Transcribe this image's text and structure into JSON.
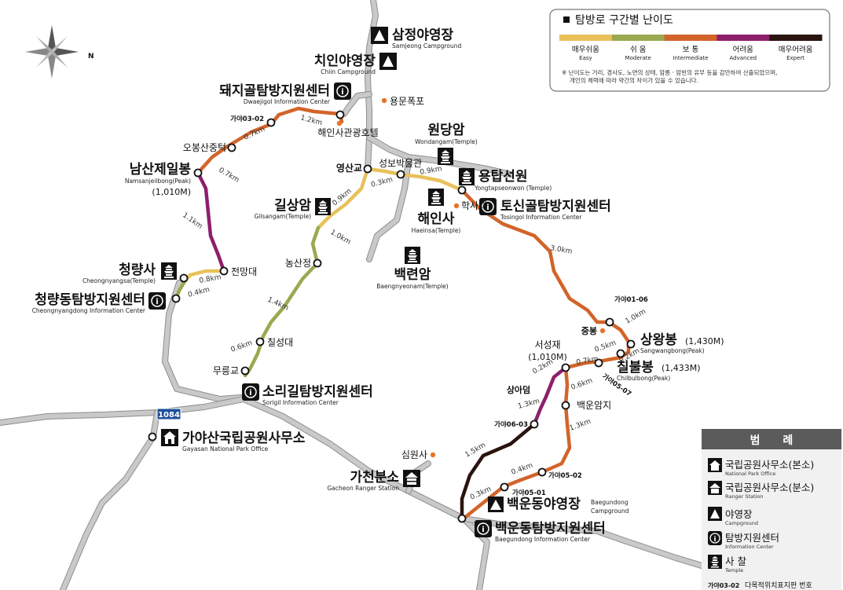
{
  "legend": {
    "title": "탐방로 구간별 난이도",
    "levels": [
      {
        "ko": "매우쉬움",
        "en": "Easy",
        "color": "#e8c15a"
      },
      {
        "ko": "쉬 움",
        "en": "Moderate",
        "color": "#9aa850"
      },
      {
        "ko": "보 통",
        "en": "Intermediate",
        "color": "#d2642a"
      },
      {
        "ko": "어려움",
        "en": "Advanced",
        "color": "#8e1f6b"
      },
      {
        "ko": "매우어려움",
        "en": "Expert",
        "color": "#2a1410"
      }
    ],
    "note_line1": "※ 난이도는 거리, 경사도, 노면의 상태, 암릉 · 암반의 유무 등을 감안하여 산출되었으며,",
    "note_line2": "개인의 체력에 따라 약간의 차이가 있을 수 있습니다."
  },
  "symbol_legend": {
    "title": "범 례",
    "items": [
      {
        "ko": "국립공원사무소(본소)",
        "en": "National Park Office",
        "icon": "park-office-icon"
      },
      {
        "ko": "국립공원사무소(분소)",
        "en": "Ranger Station",
        "icon": "ranger-station-icon"
      },
      {
        "ko": "야영장",
        "en": "Campground",
        "icon": "campground-icon"
      },
      {
        "ko": "탐방지원센터",
        "en": "Information Center",
        "icon": "info-center-icon"
      },
      {
        "ko": "사 찰",
        "en": "Temple",
        "icon": "temple-icon"
      }
    ],
    "post_sample": "가야03-02",
    "post_desc": "다목적위치표지판 번호"
  },
  "road_sign": "1084",
  "facilities": {
    "samjeong": {
      "ko": "삼정야영장",
      "en": "Samjeong Campground"
    },
    "chiin": {
      "ko": "치인야영장",
      "en": "Chiin Campground"
    },
    "dwaejigol": {
      "ko": "돼지골탐방지원센터",
      "en": "Dwaejigol Information Center"
    },
    "tosingol": {
      "ko": "토신골탐방지원센터",
      "en": "Tosingol Information Center"
    },
    "cheongnyangdong": {
      "ko": "청량동탐방지원센터",
      "en": "Cheongnyangdong Information Center"
    },
    "sorigil": {
      "ko": "소리길탐방지원센터",
      "en": "Sorigil Information Center"
    },
    "gayasan_office": {
      "ko": "가야산국립공원사무소",
      "en": "Gayasan National Park Office"
    },
    "gacheon": {
      "ko": "가천분소",
      "en": "Gacheon Ranger Station"
    },
    "baegundong_camp": {
      "ko": "백운동야영장",
      "en1": "Baegundong",
      "en2": "Campground"
    },
    "baegundong_info": {
      "ko": "백운동탐방지원센터",
      "en": "Baegundong Information Center"
    }
  },
  "temples": {
    "wondangam": {
      "ko": "원당암",
      "en": "Wondangam(Temple)"
    },
    "yongtapseonwon": {
      "ko": "용탑선원",
      "en": "Yongtapseonwon (Temple)"
    },
    "haeinsa": {
      "ko": "해인사",
      "en": "Haeinsa(Temple)"
    },
    "baengnyeonam": {
      "ko": "백련암",
      "en": "Baengnyeonam(Temple)"
    },
    "gilsangam": {
      "ko": "길상암",
      "en": "Gilsangam(Temple)"
    },
    "cheongnyangsa": {
      "ko": "청량사",
      "en": "Cheongnyangsa(Temple)"
    }
  },
  "peaks": {
    "namsanjeil": {
      "ko": "남산제일봉",
      "en": "Namsanjeilbong(Peak)",
      "elev": "(1,010M)"
    },
    "sangwang": {
      "ko": "상왕봉",
      "elev": "(1,430M)",
      "en": "Sangwangbong(Peak)"
    },
    "chilbul": {
      "ko": "칠불봉",
      "elev": "(1,433M)",
      "en": "Chilbulbong(Peak)"
    },
    "seoseongjae": {
      "ko": "서성재",
      "elev": "(1,010M)"
    }
  },
  "places": {
    "yongmun": "용문폭포",
    "haeinsa_hotel": "해인사관광호텔",
    "seongbo": "성보박물관",
    "hwaksadae": "학사대",
    "obongsan": "오봉산중턱",
    "yeongsangyo": "영산교",
    "jeonmangdae": "전망대",
    "nongsanjeong": "농산정",
    "chilseongdae": "칠성대",
    "mureunggyo": "무릉교",
    "jungbong": "중봉",
    "sangadeom": "상아덤",
    "baegunamji": "백운암지",
    "simwonsa": "심원사"
  },
  "posts": [
    "가야03-02",
    "가야01-06",
    "가야05-07",
    "가야06-03",
    "가야05-02",
    "가야05-01"
  ],
  "distances": [
    "1.2km",
    "0.7km",
    "0.7km",
    "1.1km",
    "0.8km",
    "0.4km",
    "0.9km",
    "1.0km",
    "1.4km",
    "0.6km",
    "0.3km",
    "0.9km",
    "3.0km",
    "1.0km",
    "0.5km",
    "0.2km",
    "0.7km",
    "0.2km",
    "1.3km",
    "0.6km",
    "1.3km",
    "1.5km",
    "0.4km",
    "0.3km"
  ]
}
